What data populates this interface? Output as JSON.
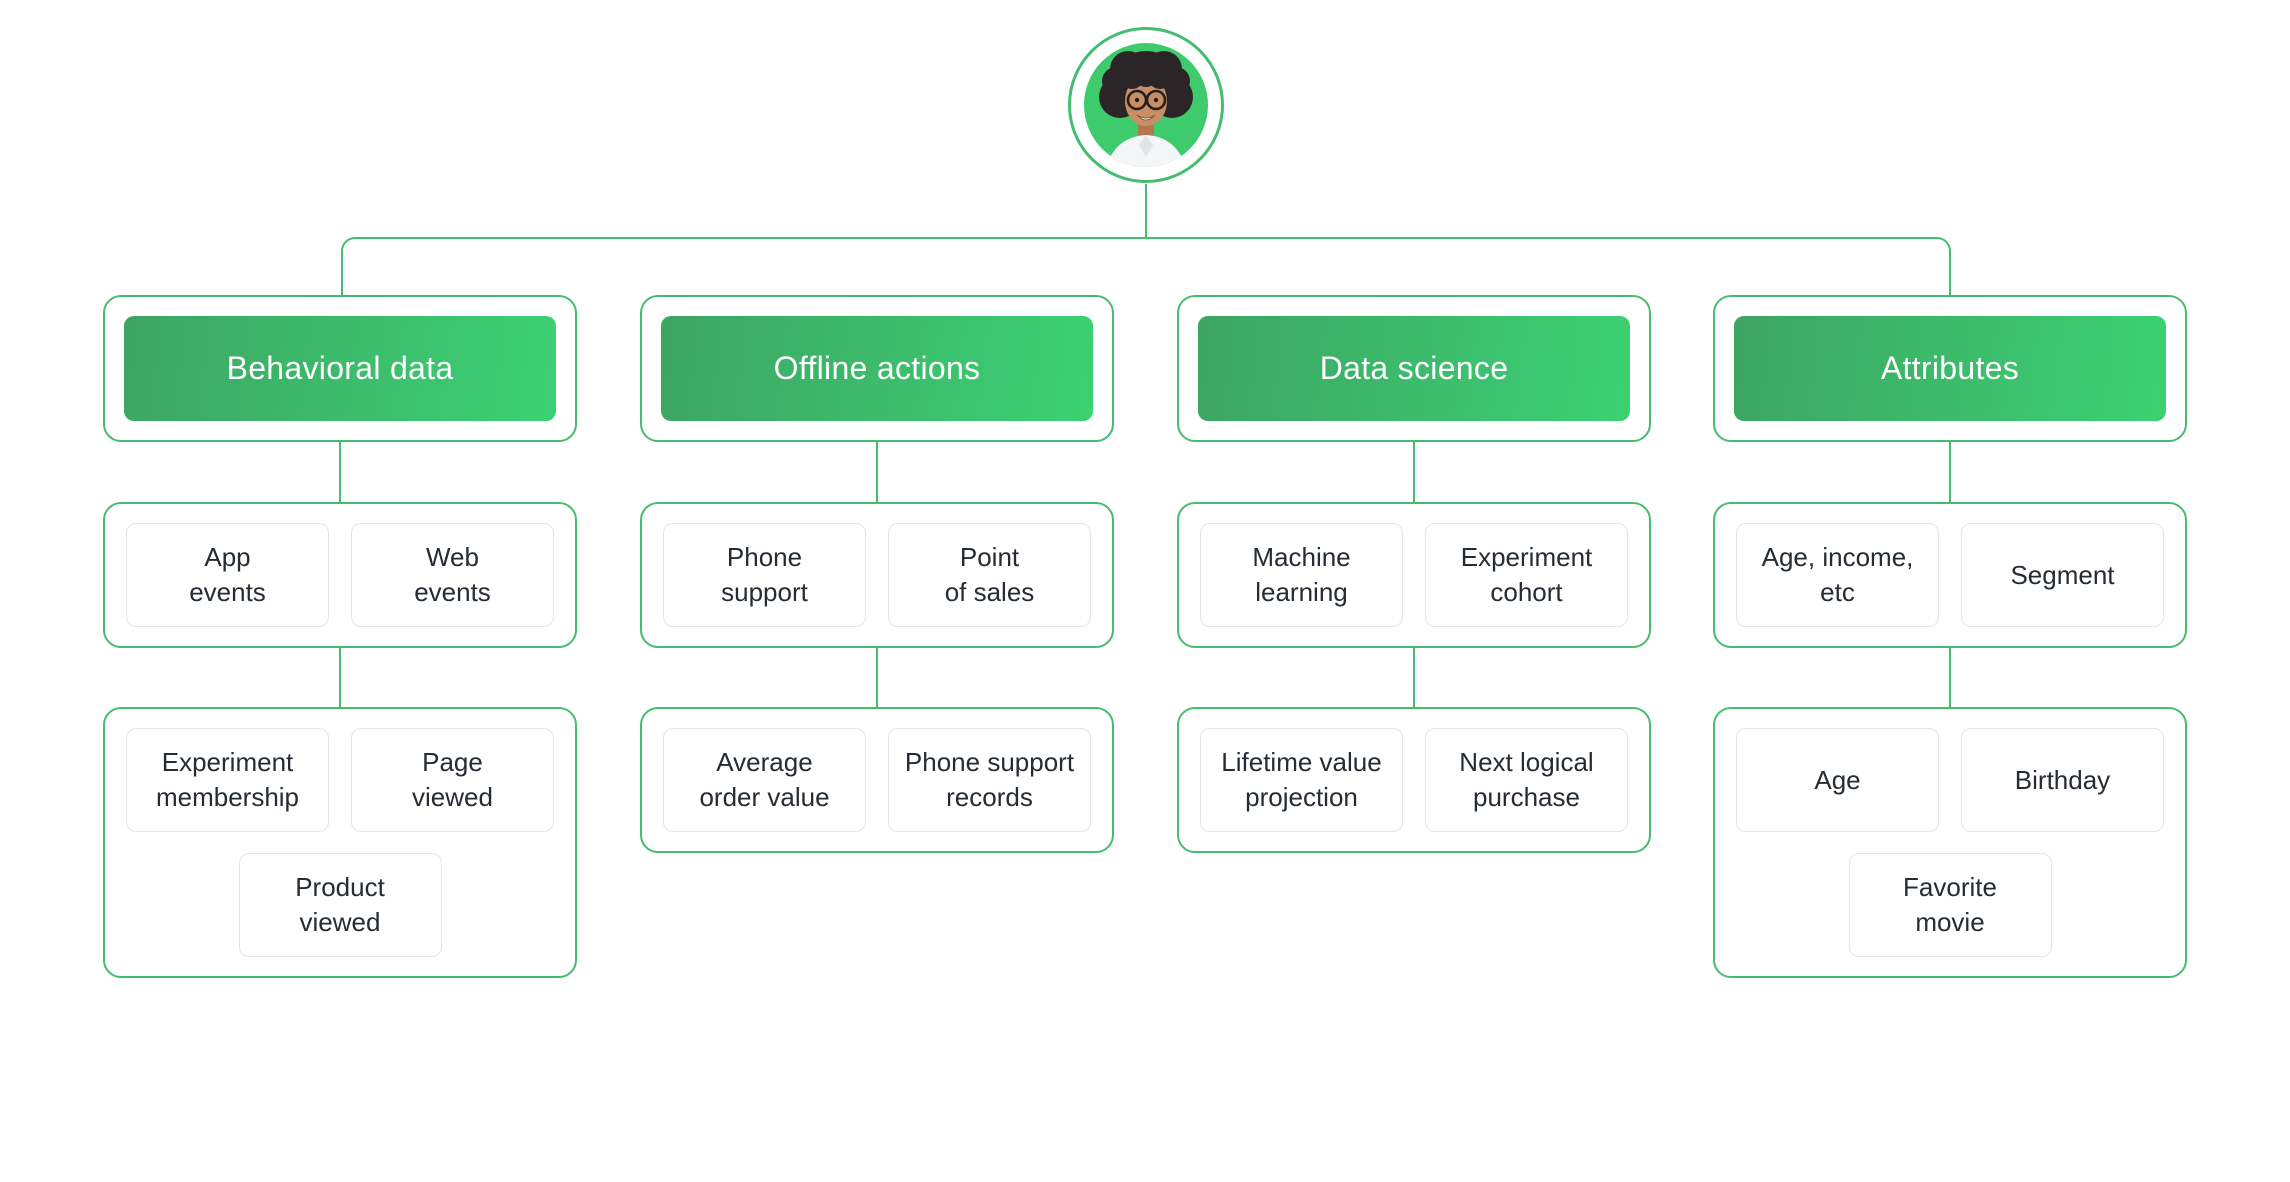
{
  "diagram_title": "Customer data sources tree",
  "colors": {
    "connector_green": "#45bd6f",
    "header_gradient_start": "#3da563",
    "header_gradient_end": "#3cd173",
    "item_border": "#e3e5e8",
    "item_text": "#252c33",
    "header_text": "#ffffff",
    "avatar_background": "#3ecb6e"
  },
  "root": {
    "avatar": "customer-portrait"
  },
  "columns": [
    {
      "title": "Behavioral data",
      "groups": [
        {
          "items": [
            "App\nevents",
            "Web\nevents"
          ]
        },
        {
          "items": [
            "Experiment\nmembership",
            "Page\nviewed",
            "Product\nviewed"
          ]
        }
      ]
    },
    {
      "title": "Offline actions",
      "groups": [
        {
          "items": [
            "Phone\nsupport",
            "Point\nof sales"
          ]
        },
        {
          "items": [
            "Average\norder value",
            "Phone support\nrecords"
          ]
        }
      ]
    },
    {
      "title": "Data science",
      "groups": [
        {
          "items": [
            "Machine\nlearning",
            "Experiment\ncohort"
          ]
        },
        {
          "items": [
            "Lifetime value\nprojection",
            "Next logical\npurchase"
          ]
        }
      ]
    },
    {
      "title": "Attributes",
      "groups": [
        {
          "items": [
            "Age, income,\netc",
            "Segment"
          ]
        },
        {
          "items": [
            "Age",
            "Birthday",
            "Favorite\nmovie"
          ]
        }
      ]
    }
  ]
}
